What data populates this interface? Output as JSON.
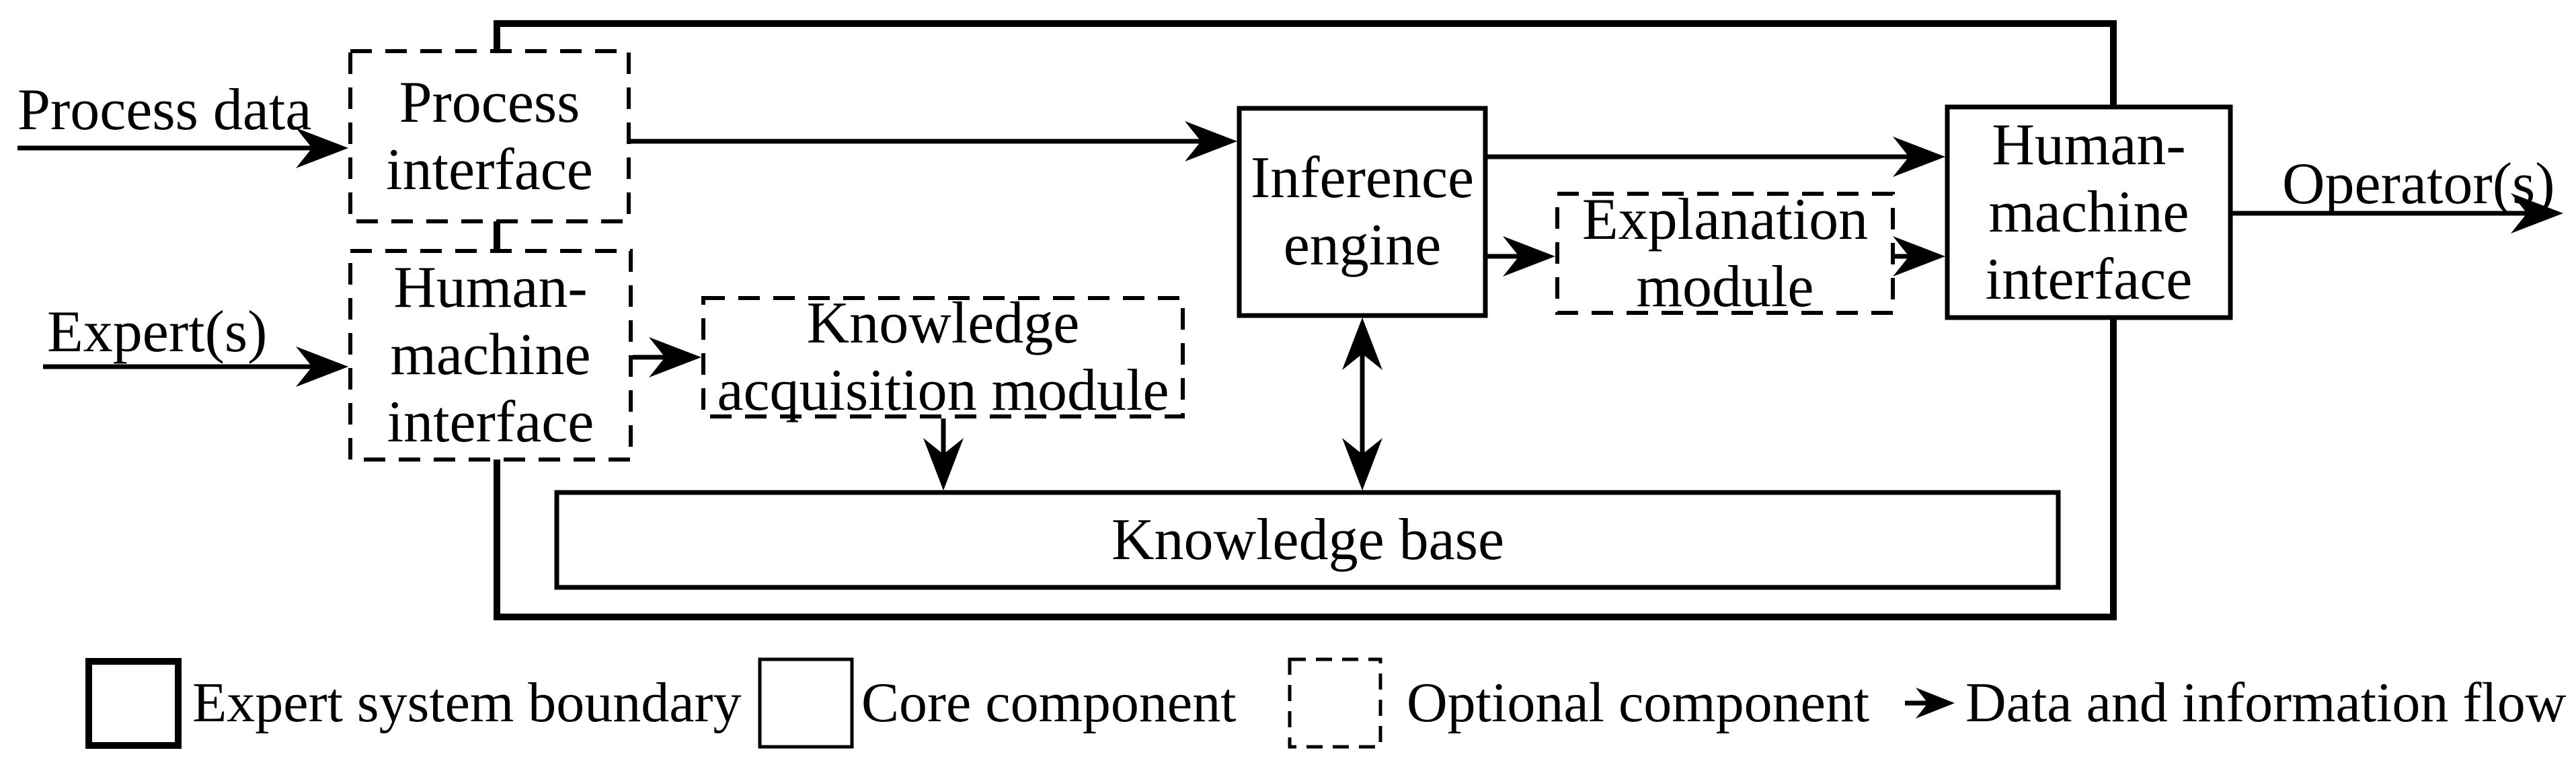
{
  "diagram": {
    "external_labels": {
      "process_data": "Process data",
      "experts": "Expert(s)",
      "operators": "Operator(s)"
    },
    "boxes": {
      "process_interface": {
        "label": "Process\ninterface",
        "type": "optional component"
      },
      "hmi_left": {
        "label": "Human-\nmachine\ninterface",
        "type": "optional component"
      },
      "knowledge_acquisition": {
        "label": "Knowledge\nacquisition module",
        "type": "optional component"
      },
      "inference_engine": {
        "label": "Inference\nengine",
        "type": "core component"
      },
      "explanation_module": {
        "label": "Explanation\nmodule",
        "type": "optional component"
      },
      "hmi_right": {
        "label": "Human-\nmachine\ninterface",
        "type": "core component"
      },
      "knowledge_base": {
        "label": "Knowledge base",
        "type": "core component"
      }
    }
  },
  "legend": {
    "expert_system_boundary": "Expert system boundary",
    "core_component": "Core component",
    "optional_component": "Optional component",
    "data_flow": "Data and information flow"
  },
  "colors": {
    "ink": "#000000",
    "background": "#ffffff"
  }
}
